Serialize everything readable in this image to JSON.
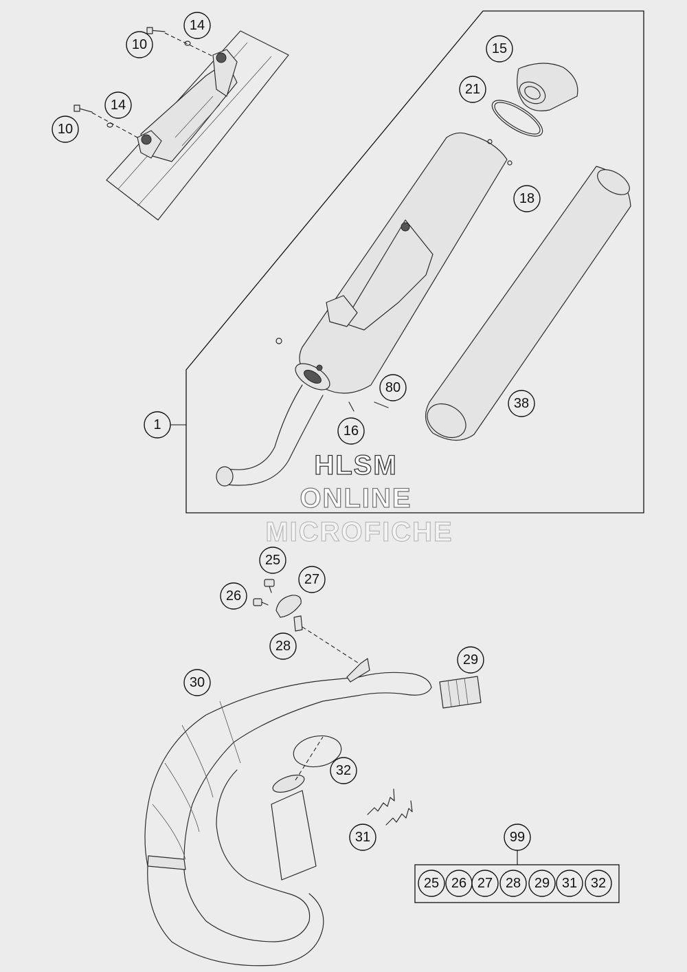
{
  "watermark": {
    "line1": "HLSM",
    "line2": "ONLINE",
    "line3": "MICROFICHE"
  },
  "callouts": {
    "c10a": "10",
    "c14a": "14",
    "c10b": "10",
    "c14b": "14",
    "c15": "15",
    "c21": "21",
    "c18": "18",
    "c80": "80",
    "c16": "16",
    "c38": "38",
    "c1": "1",
    "c25": "25",
    "c27": "27",
    "c26": "26",
    "c28": "28",
    "c29": "29",
    "c30": "30",
    "c32": "32",
    "c31": "31",
    "c99": "99"
  },
  "kit_contents": [
    "25",
    "26",
    "27",
    "28",
    "29",
    "31",
    "32"
  ]
}
